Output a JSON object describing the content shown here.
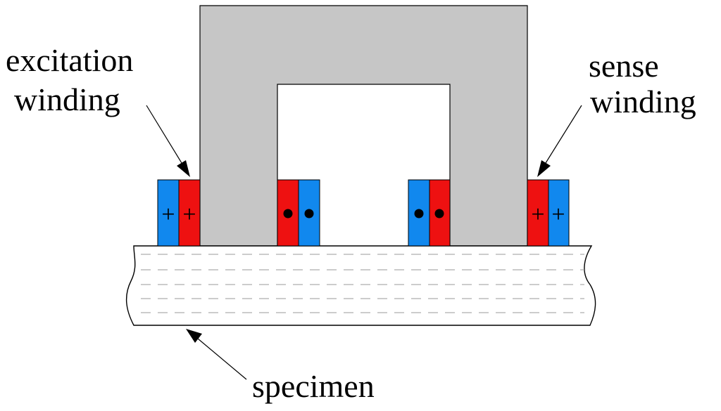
{
  "labels": {
    "excitation_line1": "excitation",
    "excitation_line2": "winding",
    "sense_line1": "sense",
    "sense_line2": "winding",
    "specimen": "specimen"
  },
  "marks": {
    "plus": "+"
  },
  "colors": {
    "core": "#c6c6c6",
    "excitation_winding": "#ee1111",
    "sense_winding": "#1188ee",
    "outline": "#000000",
    "specimen_fill": "#ffffff"
  }
}
